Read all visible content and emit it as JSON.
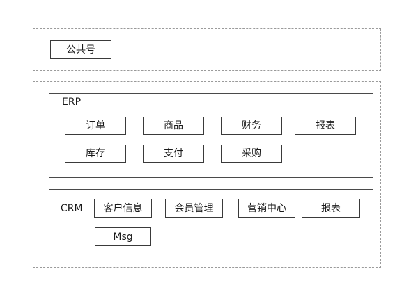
{
  "top_section": {
    "button": "公共号"
  },
  "erp": {
    "title": "ERP",
    "modules": [
      "订单",
      "商品",
      "财务",
      "报表",
      "库存",
      "支付",
      "采购"
    ]
  },
  "crm": {
    "title": "CRM",
    "modules": [
      "客户信息",
      "会员管理",
      "营销中心",
      "报表",
      "Msg"
    ]
  },
  "colors": {
    "border": "#3a3a3a",
    "dashed_border": "#9a9a9a",
    "background": "#ffffff"
  }
}
